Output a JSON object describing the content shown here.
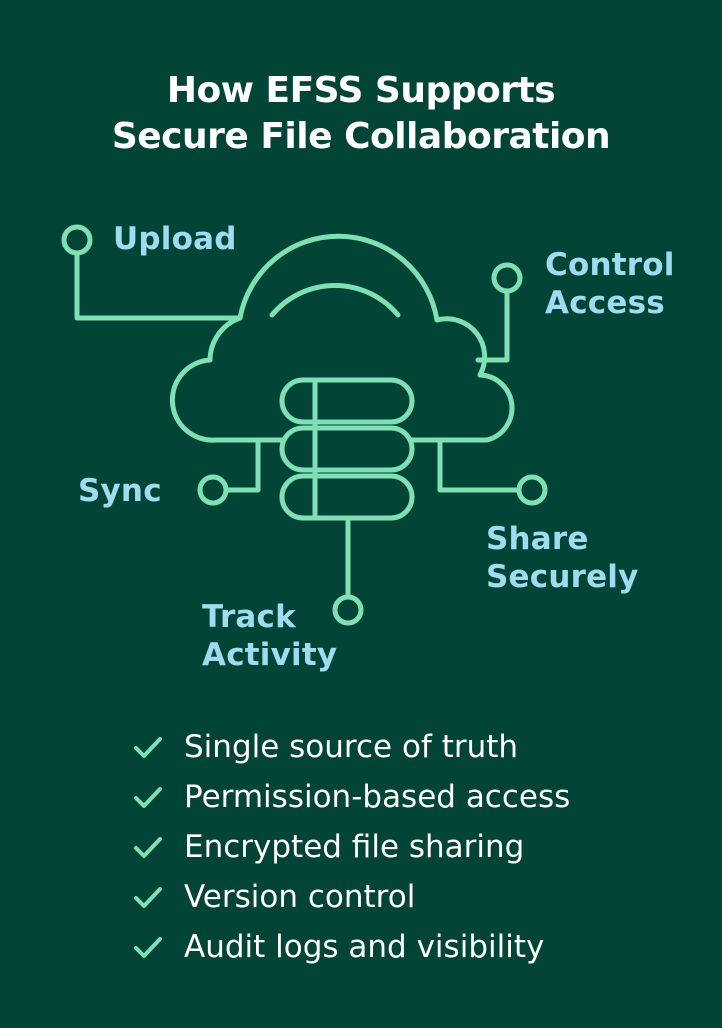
{
  "title": {
    "line1": "How EFSS Supports",
    "line2": "Secure File Collaboration"
  },
  "colors": {
    "background": "#024537",
    "accent": "#7fe0b4",
    "label": "#9fdcf0",
    "text": "#ffffff"
  },
  "diagram": {
    "icon": "cloud-storage-icon",
    "labels": {
      "upload": "Upload",
      "control_line1": "Control",
      "control_line2": "Access",
      "sync": "Sync",
      "share_line1": "Share",
      "share_line2": "Securely",
      "track_line1": "Track",
      "track_line2": "Activity"
    }
  },
  "checklist": [
    "Single source of truth",
    "Permission-based access",
    "Encrypted file sharing",
    "Version control",
    "Audit logs and visibility"
  ]
}
